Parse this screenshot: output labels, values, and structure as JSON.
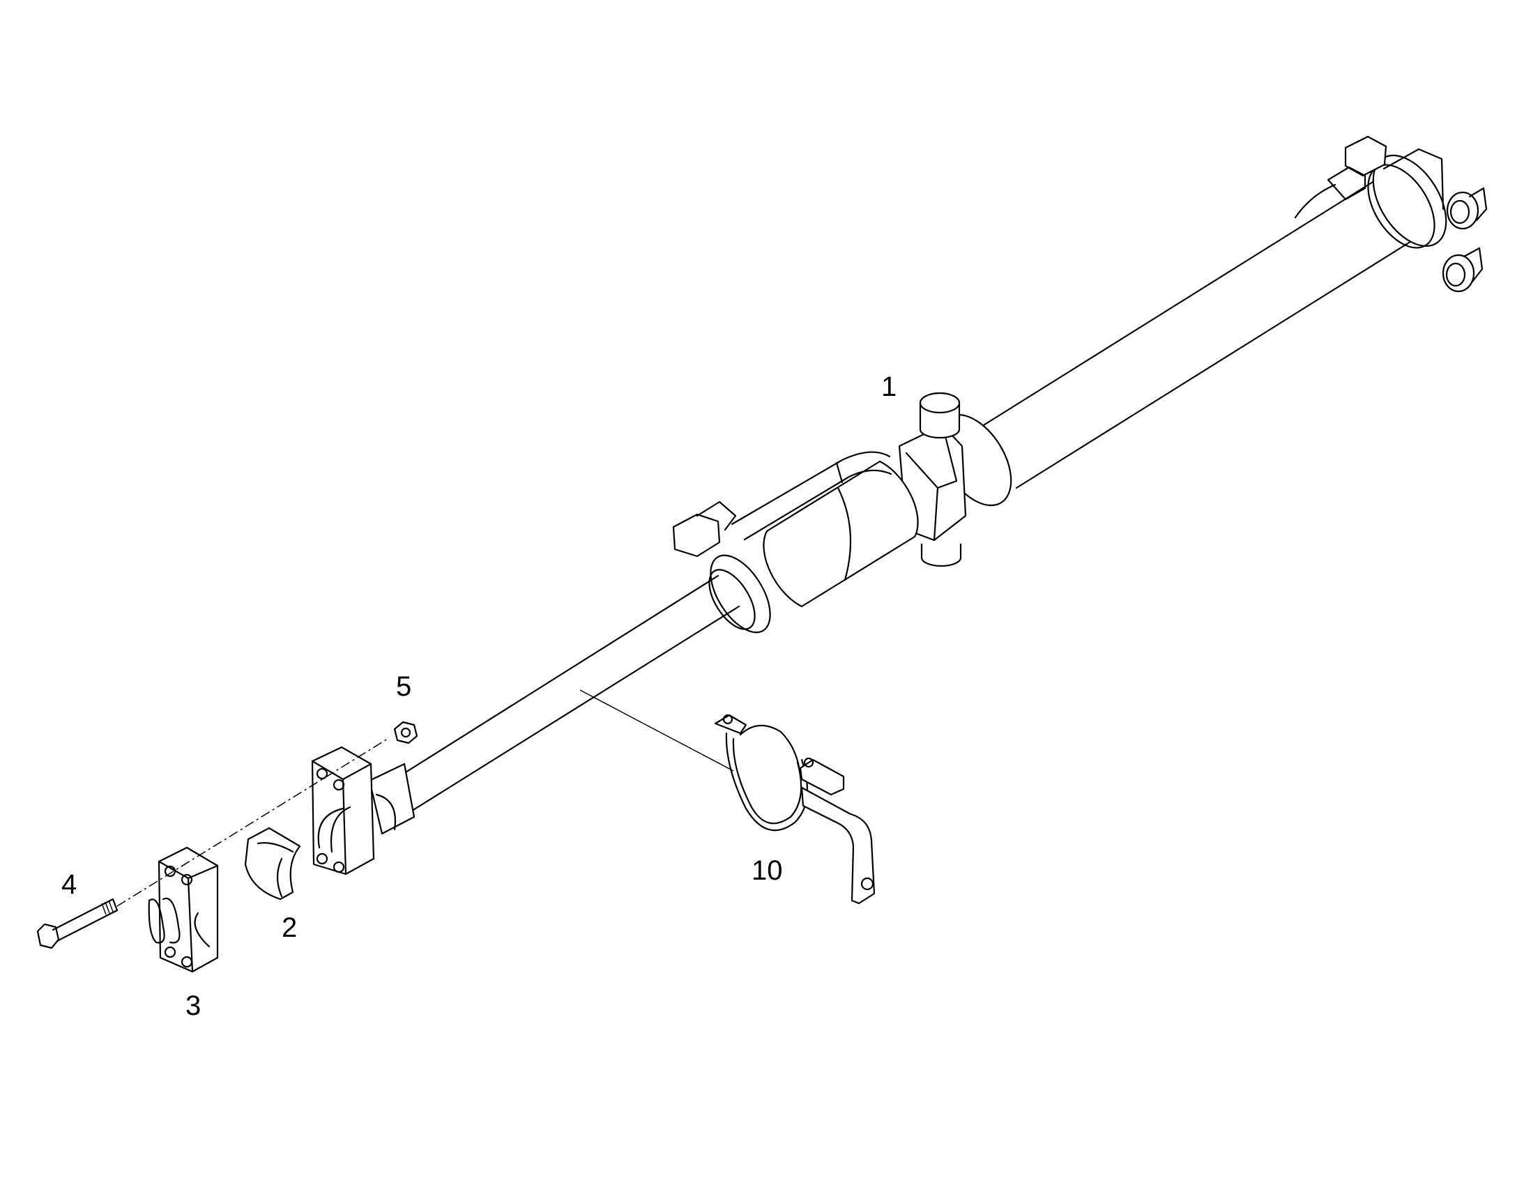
{
  "callouts": {
    "part_1": "1",
    "part_2": "2",
    "part_3": "3",
    "part_4": "4",
    "part_5": "5",
    "part_10": "10"
  }
}
